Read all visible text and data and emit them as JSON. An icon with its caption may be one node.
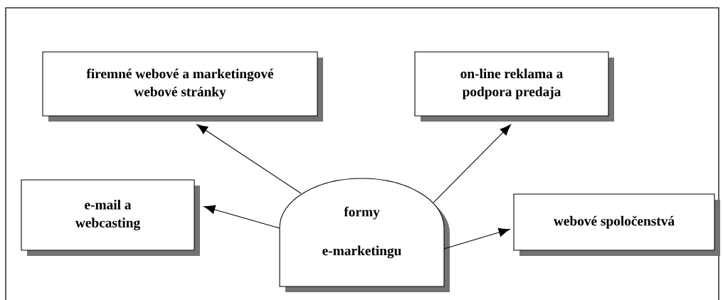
{
  "diagram": {
    "nodes": [
      {
        "text": [
          "formy",
          "e-marketingu"
        ]
      },
      {
        "text": [
          "firemné webové a marketingové webové stránky"
        ]
      },
      {
        "text": [
          "on-line reklama a podpora predaja"
        ]
      },
      {
        "text": [
          "e-mail a webcasting"
        ]
      },
      {
        "text": [
          "webové spoločenstvá"
        ]
      }
    ],
    "edges": [
      {
        "from": 0,
        "to": 1,
        "arrow": "to"
      },
      {
        "from": 0,
        "to": 2,
        "arrow": "to"
      },
      {
        "from": 0,
        "to": 3,
        "arrow": "to"
      },
      {
        "from": 0,
        "to": 4,
        "arrow": "to"
      }
    ]
  }
}
